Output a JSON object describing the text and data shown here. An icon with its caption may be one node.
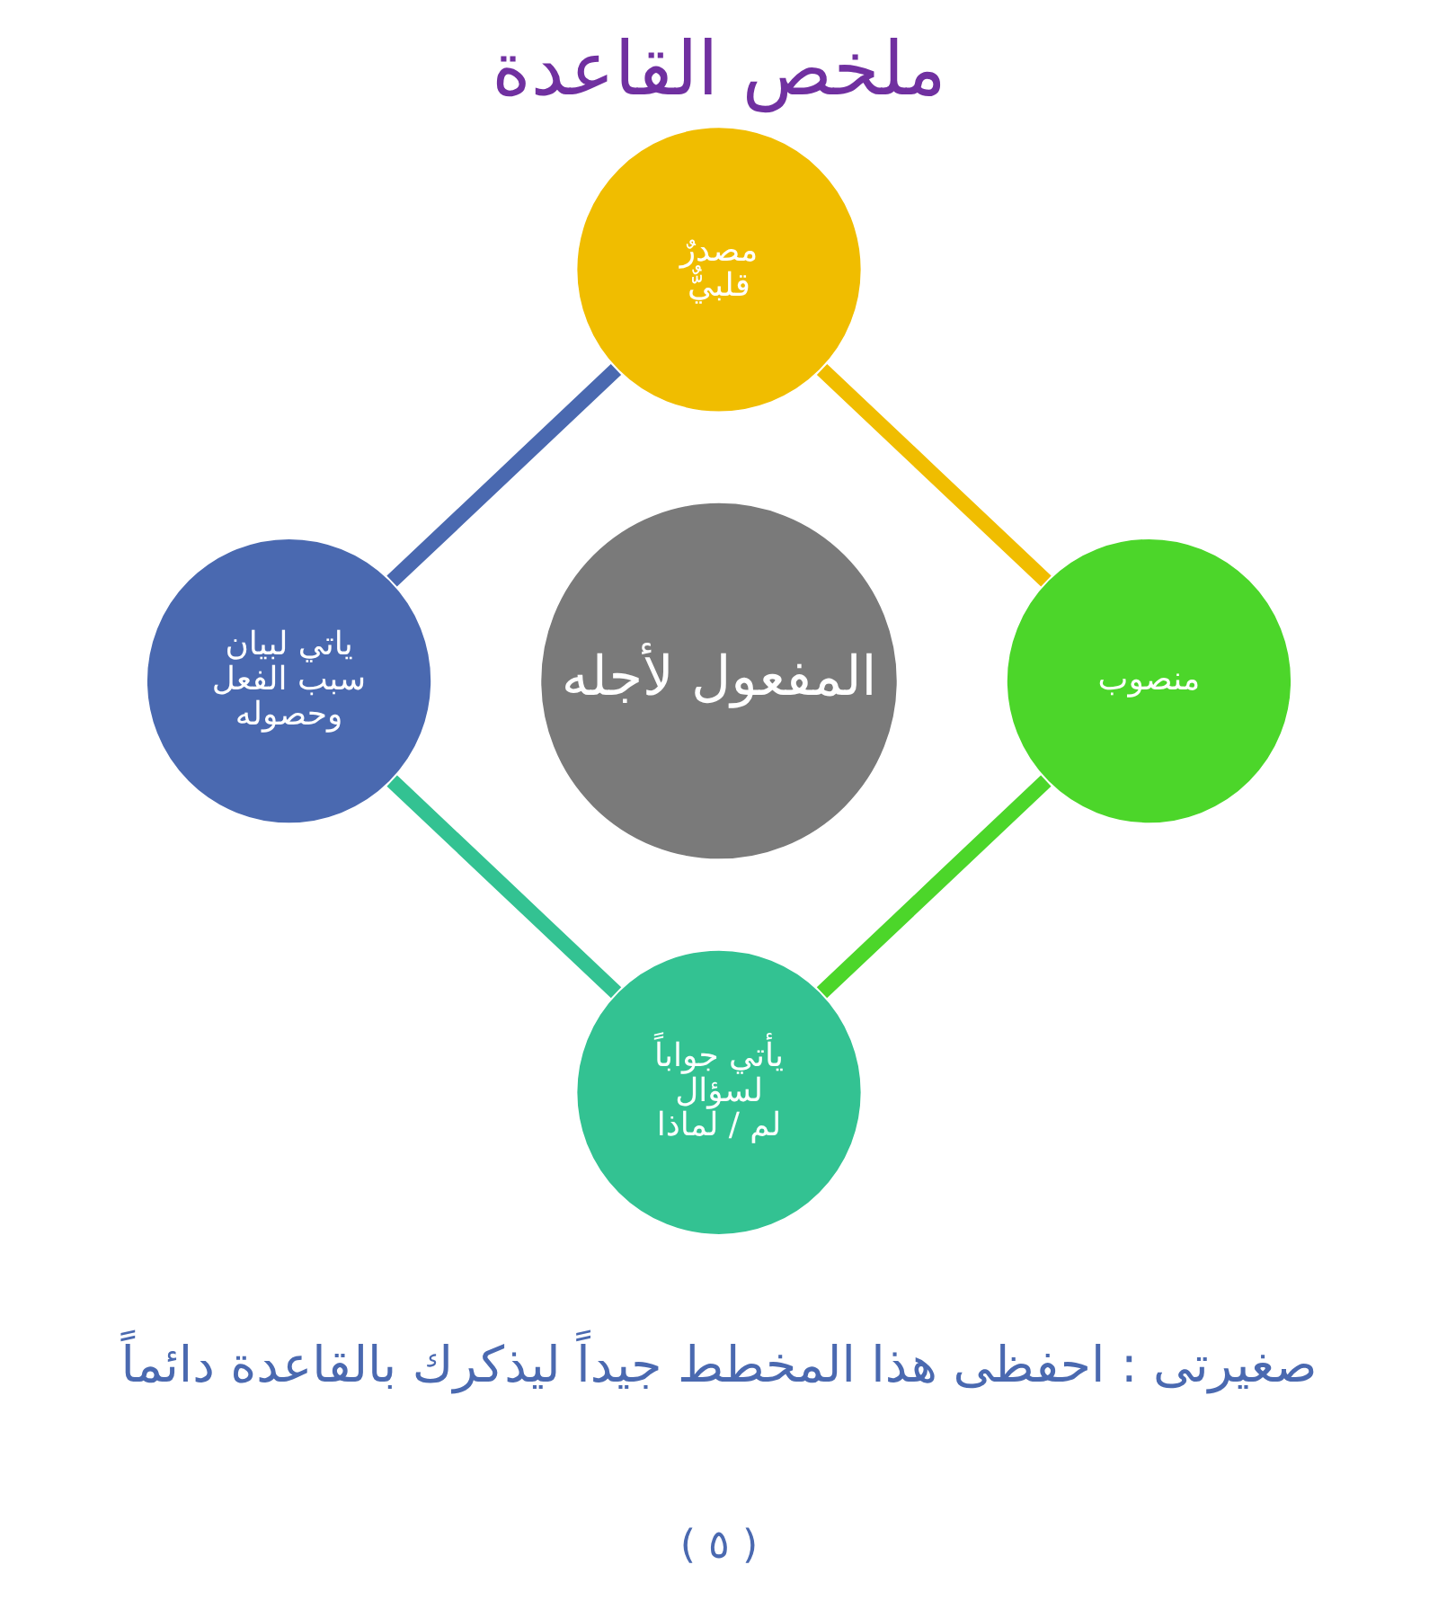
{
  "diagram": {
    "title": "ملخص القاعدة",
    "nodes": [
      {
        "text": [
          "مصدرٌ قلبيٌّ"
        ]
      },
      {
        "text": [
          "منصوب"
        ]
      },
      {
        "text": [
          "المفعول لأجله"
        ]
      },
      {
        "text": [
          "ياتي لبيان سبب الفعل وحصوله"
        ]
      },
      {
        "text": [
          "يأتي جواباً لسؤال لم / لماذا"
        ]
      }
    ],
    "edges": [
      {
        "from": 0,
        "to": 1,
        "arrow": "none",
        "color": "#f0bd00"
      },
      {
        "from": 1,
        "to": 4,
        "arrow": "none",
        "color": "#4cd62a"
      },
      {
        "from": 4,
        "to": 3,
        "arrow": "none",
        "color": "#33c292"
      },
      {
        "from": 3,
        "to": 0,
        "arrow": "none",
        "color": "#4a69b0"
      }
    ],
    "labels": [
      "صغيرتى : احفظى هذا المخطط جيداً ليذكرك بالقاعدة دائماً",
      "( ٥ )"
    ]
  }
}
